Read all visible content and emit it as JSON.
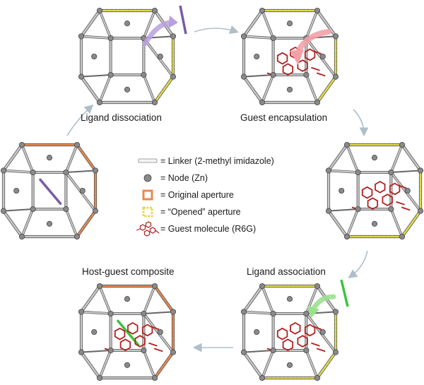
{
  "stages": {
    "ligand_dissociation": "Ligand dissociation",
    "guest_encapsulation": "Guest encapsulation",
    "ligand_association": "Ligand association",
    "host_guest_composite": "Host-guest composite"
  },
  "legend": {
    "linker": "= Linker (2-methyl imidazole)",
    "node": "= Node (Zn)",
    "original_aperture": "= Original aperture",
    "opened_aperture": "= “Opened” aperture",
    "guest_molecule": "= Guest molecule (R6G)"
  },
  "colors": {
    "linker": "#c8c8c8",
    "node": "#8a8a8a",
    "original_aperture": "#e8894f",
    "opened_aperture": "#e2dc4a",
    "guest": "#b22020",
    "dissociated_ligand": "#7a5aa8",
    "associated_ligand": "#3ec23e",
    "arrow_purple": "#b9a0e0",
    "arrow_pink": "#f4a0a8",
    "arrow_green": "#9be08f",
    "cycle_arrow": "#aebfc8"
  }
}
